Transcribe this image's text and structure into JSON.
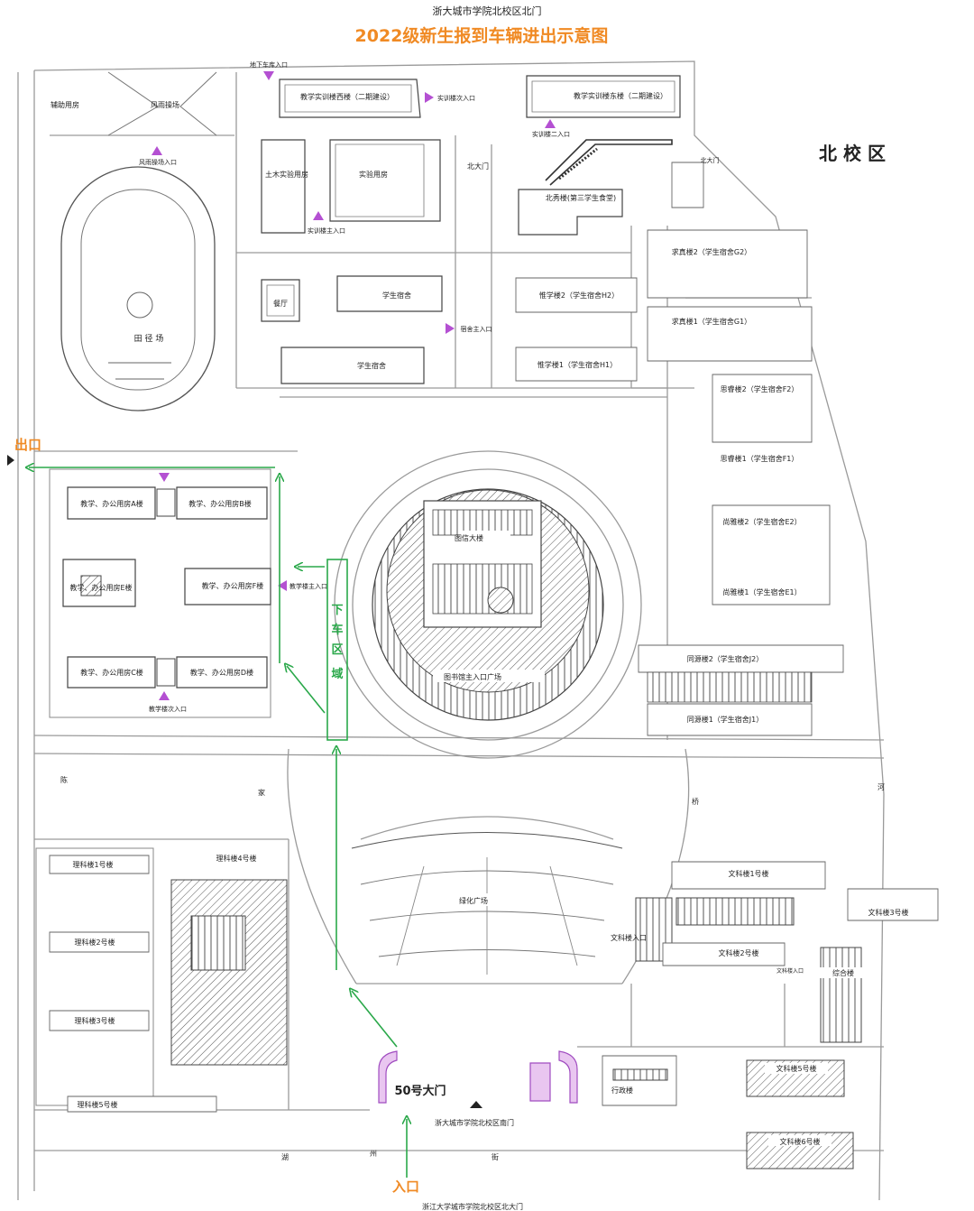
{
  "header": {
    "subtitle": "浙大城市学院北校区北门",
    "title": "2022级新生报到车辆进出示意图"
  },
  "campus_label": "北 校 区",
  "exit_label": "出口",
  "entrance_label": "入口",
  "gate_label": "50号大门",
  "dropoff_label": [
    "下",
    "车",
    "区",
    "域"
  ],
  "colors": {
    "title": "#f08a24",
    "route": "#2aa84a",
    "marker": "#b450d2",
    "exit_entrance": "#f08a24"
  },
  "buildings": {
    "aux": "辅助用房",
    "rain_field": "风雨操场",
    "underground_parking": "地下车库入口",
    "west_training": "教学实训楼西楼（二期建设）",
    "training_entry": "实训楼次入口",
    "east_training": "教学实训楼东楼（二期建设）",
    "training_entry2": "实训楼二入口",
    "rain_entry": "风雨操场入口",
    "civil_lab": "土木实验用房",
    "lab": "实验用房",
    "training_main_entry": "实训楼主入口",
    "north_gate": "北大门",
    "north_gate_small": "北大门",
    "beixiu": "北秀楼(第三学生食堂)",
    "qiuzhen2": "求真楼2（学生宿舍G2）",
    "qiuzhen1": "求真楼1（学生宿舍G1）",
    "canteen": "餐厅",
    "dorm1": "学生宿舍",
    "dorm_entry": "宿舍主入口",
    "dorm2": "学生宿舍",
    "weixue2": "惟学楼2（学生宿舍H2）",
    "weixue1": "惟学楼1（学生宿舍H1）",
    "track": "田 径 场",
    "siyu2": "思睿楼2（学生宿舍F2）",
    "siyu1": "思睿楼1（学生宿舍F1）",
    "shangya2": "尚雅楼2（学生宿舍E2）",
    "shangya1": "尚雅楼1（学生宿舍E1）",
    "teach_a": "教学、办公用房A楼",
    "teach_b": "教学、办公用房B楼",
    "teach_e": "教学、办公用房E楼",
    "teach_f": "教学、办公用房F楼",
    "teach_main_entry": "教学楼主入口",
    "teach_c": "教学、办公用房C楼",
    "teach_d": "教学、办公用房D楼",
    "teach_side_entry": "教学楼次入口",
    "library": "图信大楼",
    "library_plaza": "图书馆主入口广场",
    "tongyuan2": "同源楼2（学生宿舍J2）",
    "tongyuan1": "同源楼1（学生宿舍J1）",
    "road_chen": "陈",
    "road_jia": "家",
    "road_qiao": "桥",
    "road_he": "河",
    "green_plaza": "绿化广场",
    "science1": "理科楼1号楼",
    "science2": "理科楼2号楼",
    "science3": "理科楼3号楼",
    "science4": "理科楼4号楼",
    "science5": "理科楼5号楼",
    "arts1": "文科楼1号楼",
    "arts3": "文科楼3号楼",
    "arts_entry": "文科楼入口",
    "arts2": "文科楼2号楼",
    "arts_entry2": "文科楼入口",
    "complex": "综合楼",
    "admin": "行政楼",
    "arts5": "文科楼5号楼",
    "arts6": "文科楼6号楼",
    "south_gate_text": "浙大城市学院北校区南门",
    "road_hu": "湖",
    "road_zhou": "州",
    "road_jie": "街",
    "bottom_text": "浙江大学城市学院北校区北大门"
  }
}
